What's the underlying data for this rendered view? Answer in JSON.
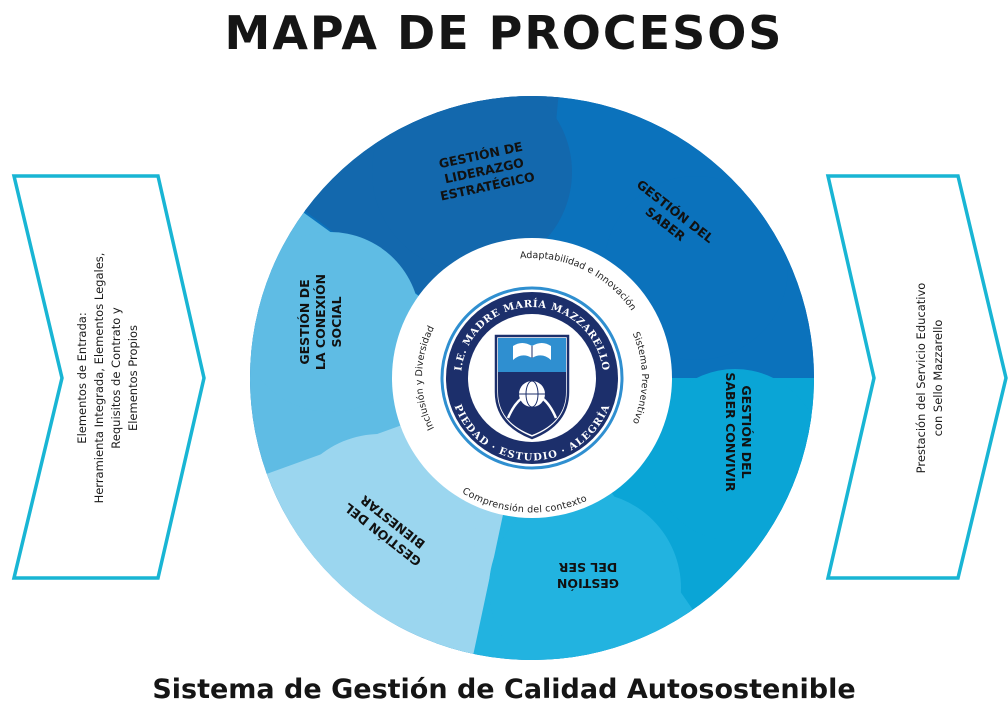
{
  "title": "MAPA DE PROCESOS",
  "subtitle": "Sistema de Gestión de Calidad Autosostenible",
  "input": {
    "lines": [
      "Elementos de Entrada:",
      "Herramienta Integrada, Elementos Legales,",
      "Requisitos de Contrato y",
      "Elementos Propios"
    ]
  },
  "output": {
    "lines": [
      "Prestación del Servicio Educativo",
      "con Sello Mazzarello"
    ]
  },
  "processes": {
    "liderazgo": [
      "GESTIÓN DE",
      "LIDERAZGO",
      "ESTRATÉGICO"
    ],
    "saber": [
      "GESTIÓN DEL",
      "SABER"
    ],
    "convivir": [
      "GESTIÓN DEL",
      "SABER CONVIVIR"
    ],
    "ser": [
      "GESTIÓN",
      "DEL SER"
    ],
    "bienestar": [
      "GESTIÓN DEL",
      "BIENESTAR"
    ],
    "conexion": [
      "GESTIÓN DE",
      "LA CONEXIÓN",
      "SOCIAL"
    ]
  },
  "values": {
    "adaptabilidad": "Adaptabilidad e Innovación",
    "sistema": "Sistema Preventivo",
    "comprension": "Comprensión del contexto",
    "inclusion": "Inclusión y Diversidad"
  },
  "seal": {
    "top_text": "I.E. MADRE MARÍA MAZZARELLO",
    "bottom_text": "PIEDAD · ESTUDIO · ALEGRÍA"
  },
  "colors": {
    "liderazgo": "#1368ad",
    "saber": "#0b72bc",
    "convivir": "#0aa5d6",
    "ser": "#22b3e0",
    "bienestar": "#9bd6ef",
    "conexion": "#5fbce4",
    "arrow_outline": "#19b5d4",
    "seal_navy": "#1c2f6b",
    "seal_blue": "#2f8fd0"
  }
}
